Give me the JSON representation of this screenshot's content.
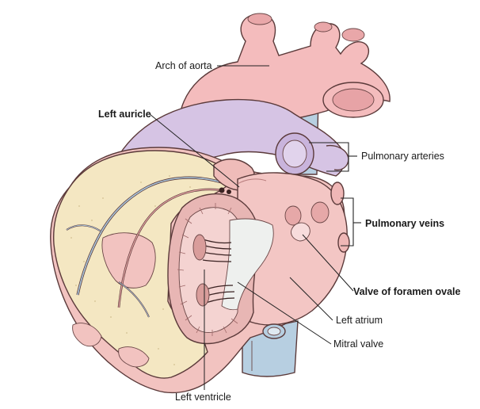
{
  "labels": {
    "arch_of_aorta": "Arch of aorta",
    "left_auricle": "Left auricle",
    "pulmonary_arteries": "Pulmonary arteries",
    "pulmonary_veins": "Pulmonary veins",
    "valve_of_foramen_ovale": "Valve of foramen ovale",
    "left_atrium": "Left atrium",
    "mitral_valve": "Mitral valve",
    "left_ventricle": "Left ventricle"
  },
  "colors": {
    "heart_pink": "#f2c3c0",
    "aorta_pink": "#f4bcbd",
    "pulmonary_artery_lavender": "#d6c4e4",
    "vena_blue": "#b7cfe1",
    "fat_cream": "#f4e7c2",
    "muscle_wall": "#e8b6b4",
    "chordae_white": "#eef0ee"
  }
}
